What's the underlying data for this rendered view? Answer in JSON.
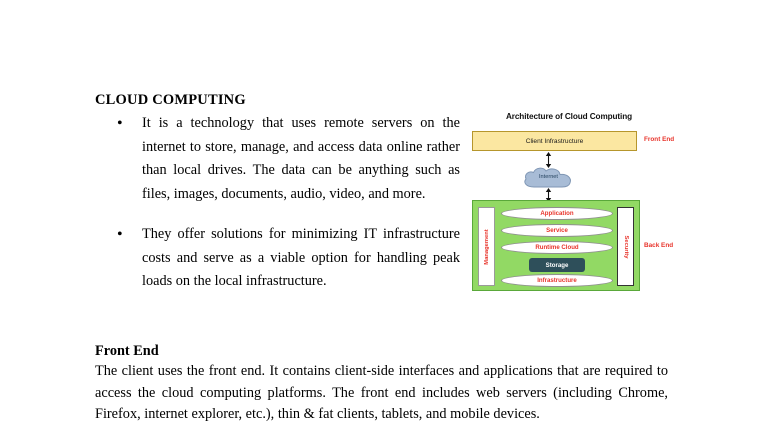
{
  "document": {
    "heading": "CLOUD COMPUTING",
    "bullets": [
      {
        "marker": "•",
        "text": "It is a technology that uses remote servers on the internet to store, manage, and access data online rather than local drives. The data can be anything such as files, images, documents, audio, video, and more."
      },
      {
        "marker": "•",
        "text": "They offer solutions for minimizing IT infrastructure costs and serve as a viable option for handling peak loads on the local infrastructure."
      }
    ],
    "section": {
      "heading": "Front End",
      "body": "The client uses the front end. It contains client-side interfaces and applications that are required to access the cloud computing platforms.  The front end includes web servers (including Chrome, Firefox, internet explorer, etc.), thin & fat clients, tablets, and mobile devices."
    }
  },
  "diagram": {
    "title": "Architecture of Cloud Computing",
    "client_box": "Client Infrastructure",
    "front_end_label": "Front End",
    "back_end_label": "Back End",
    "internet_label": "Internet",
    "management_label": "Management",
    "security_label": "Security",
    "layers": [
      "Application",
      "Service",
      "Runtime Cloud",
      "Storage",
      "Infrastructure"
    ],
    "colors": {
      "client_box_fill": "#fbe7a1",
      "client_box_border": "#b6962c",
      "green_panel": "#92d964",
      "green_panel_border": "#5aa83a",
      "storage_fill": "#2e4f5a",
      "label_red": "#e8332a",
      "cloud_fill": "#a8bcd6",
      "cloud_border": "#7f96b4"
    }
  }
}
